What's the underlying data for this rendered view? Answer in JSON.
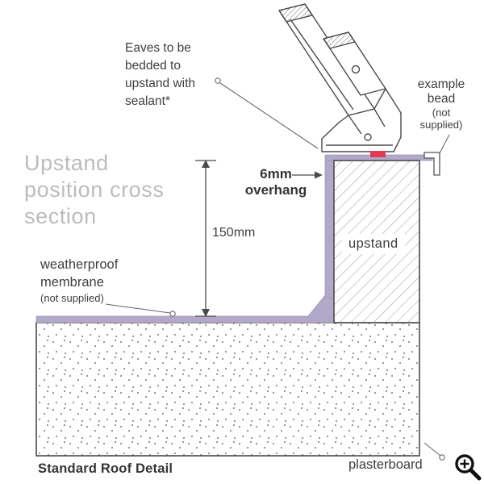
{
  "title": {
    "lines": [
      "Upstand",
      "position cross",
      "section"
    ]
  },
  "annotations": {
    "eaves_note": {
      "lines": [
        "Eaves to be",
        "bedded to",
        "upstand with",
        "sealant*"
      ]
    },
    "example_bead": {
      "lines": [
        "example",
        "bead"
      ],
      "note_lines": [
        "(not",
        "supplied)"
      ]
    },
    "overhang": {
      "lines": [
        "6mm",
        "overhang"
      ]
    },
    "height_dimension": "150mm",
    "upstand": "upstand",
    "membrane": {
      "lines": [
        "weatherproof",
        "membrane"
      ],
      "note": "(not supplied)"
    },
    "plasterboard": "plasterboard",
    "caption": "Standard Roof Detail"
  },
  "icons": {
    "zoom": "magnifier-zoom-in"
  },
  "colors": {
    "membrane": "#b2a9c9",
    "sealant": "#e23b50",
    "line": "#4a4a4a",
    "title_text": "#bcbcbc",
    "label_text": "#3f3f3f"
  }
}
